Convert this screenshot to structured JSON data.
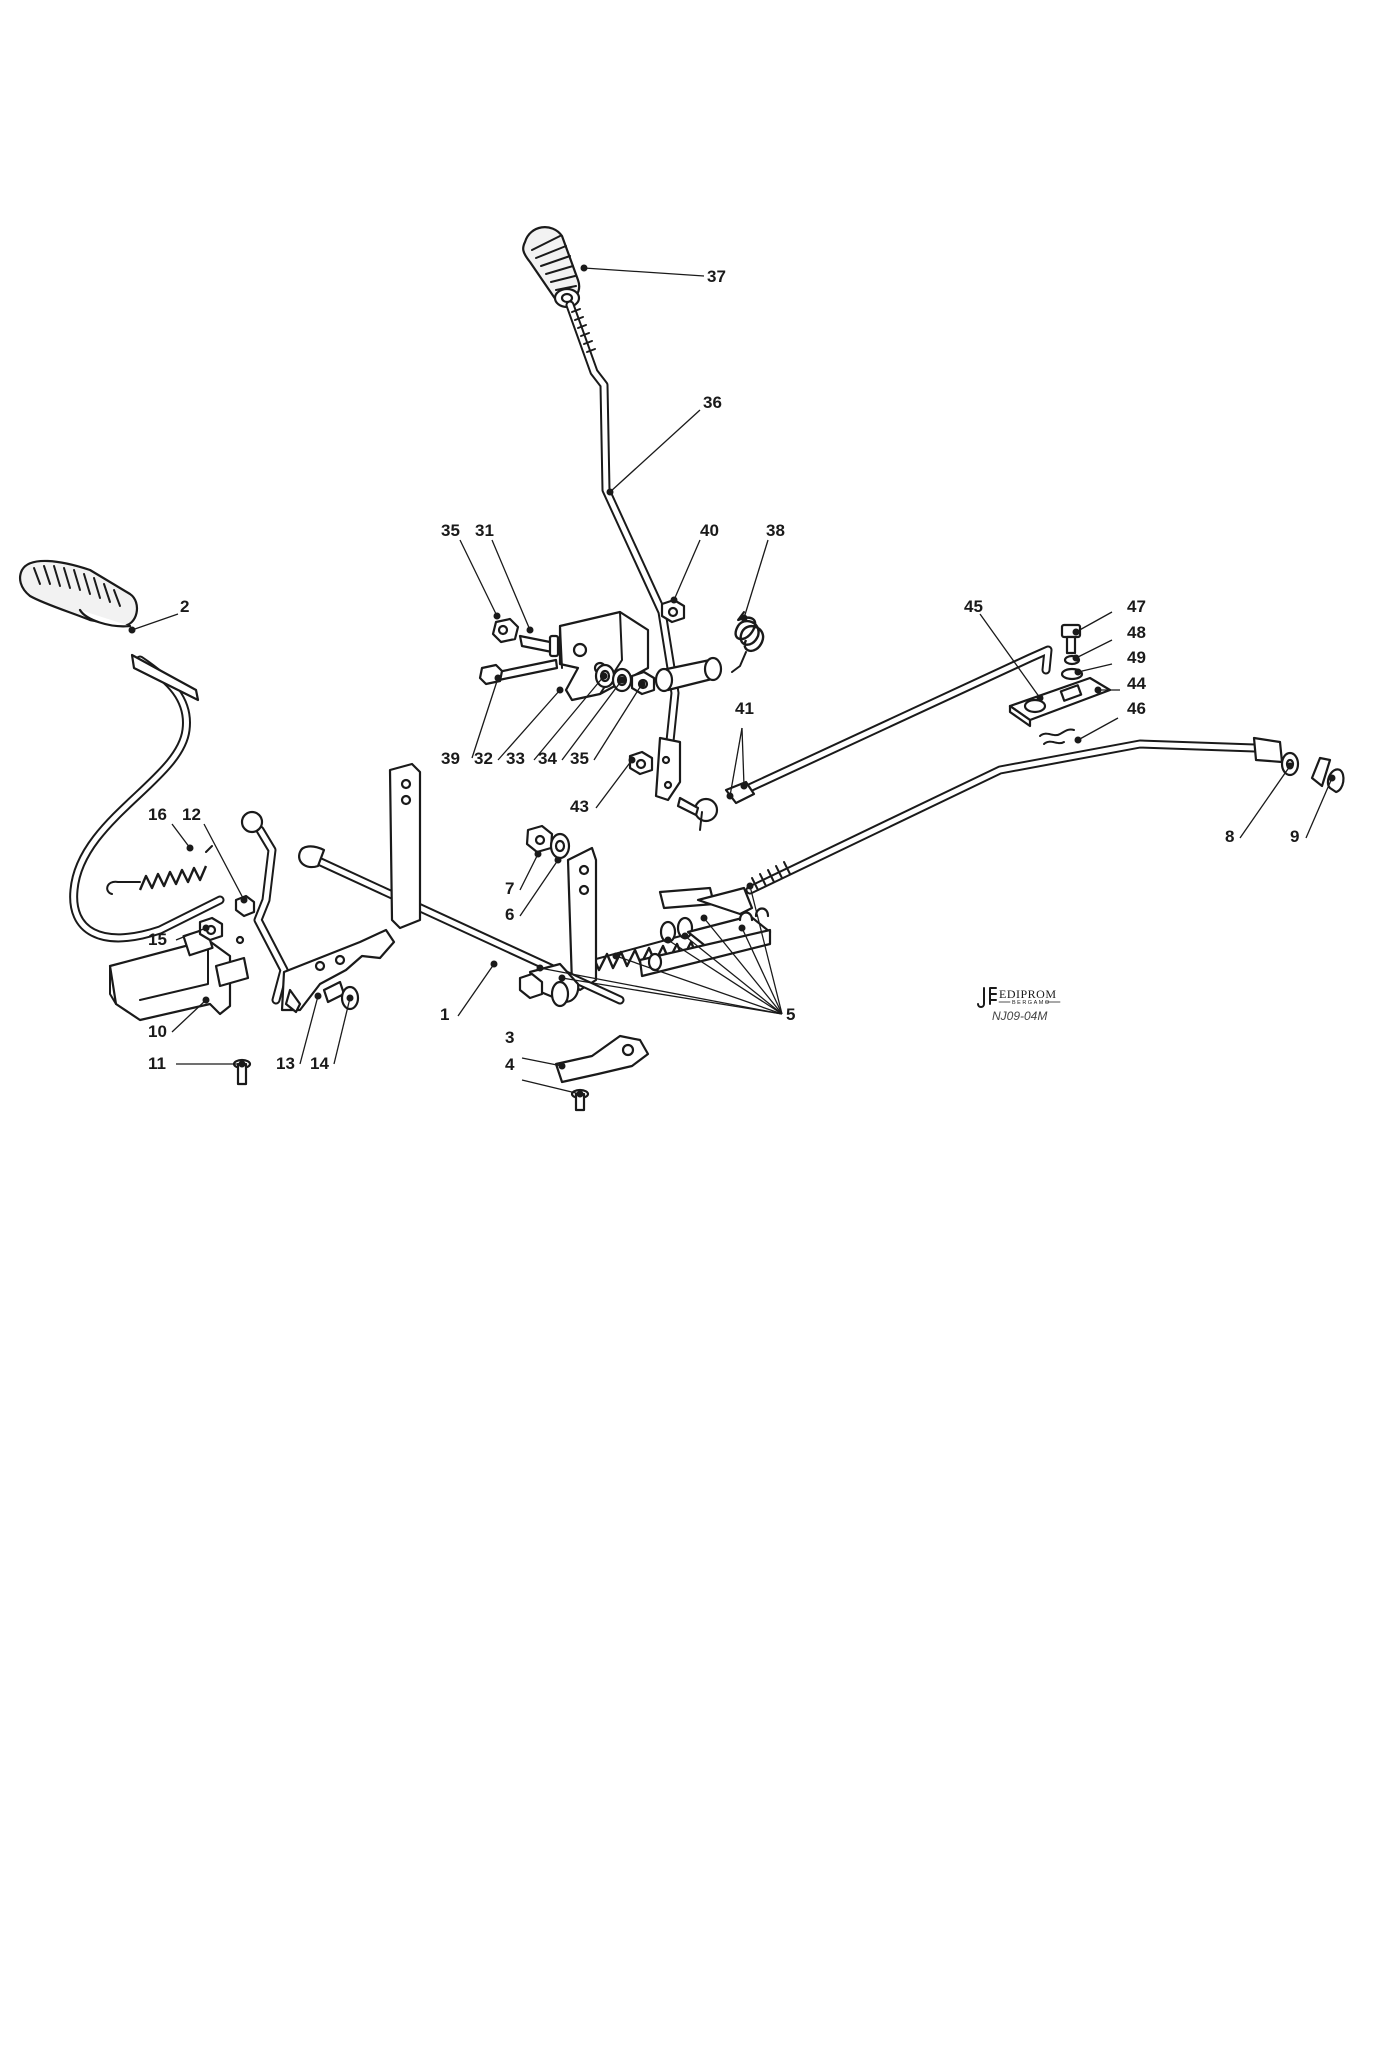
{
  "callouts": [
    {
      "id": "c37",
      "label": "37"
    },
    {
      "id": "c36",
      "label": "36"
    },
    {
      "id": "c35a",
      "label": "35"
    },
    {
      "id": "c31",
      "label": "31"
    },
    {
      "id": "c40",
      "label": "40"
    },
    {
      "id": "c38",
      "label": "38"
    },
    {
      "id": "c2",
      "label": "2"
    },
    {
      "id": "c45",
      "label": "45"
    },
    {
      "id": "c47",
      "label": "47"
    },
    {
      "id": "c48",
      "label": "48"
    },
    {
      "id": "c49",
      "label": "49"
    },
    {
      "id": "c44",
      "label": "44"
    },
    {
      "id": "c46",
      "label": "46"
    },
    {
      "id": "c41",
      "label": "41"
    },
    {
      "id": "c39",
      "label": "39"
    },
    {
      "id": "c32",
      "label": "32"
    },
    {
      "id": "c33",
      "label": "33"
    },
    {
      "id": "c34",
      "label": "34"
    },
    {
      "id": "c35b",
      "label": "35"
    },
    {
      "id": "c43",
      "label": "43"
    },
    {
      "id": "c8",
      "label": "8"
    },
    {
      "id": "c9",
      "label": "9"
    },
    {
      "id": "c16",
      "label": "16"
    },
    {
      "id": "c12",
      "label": "12"
    },
    {
      "id": "c7",
      "label": "7"
    },
    {
      "id": "c6",
      "label": "6"
    },
    {
      "id": "c15",
      "label": "15"
    },
    {
      "id": "c1",
      "label": "1"
    },
    {
      "id": "c5",
      "label": "5"
    },
    {
      "id": "c10",
      "label": "10"
    },
    {
      "id": "c11",
      "label": "11"
    },
    {
      "id": "c13",
      "label": "13"
    },
    {
      "id": "c14",
      "label": "14"
    },
    {
      "id": "c3",
      "label": "3"
    },
    {
      "id": "c4",
      "label": "4"
    }
  ],
  "brand": {
    "name": "EDIPROM",
    "city": "BERGAMO",
    "drawing_code": "NJ09-04M"
  }
}
